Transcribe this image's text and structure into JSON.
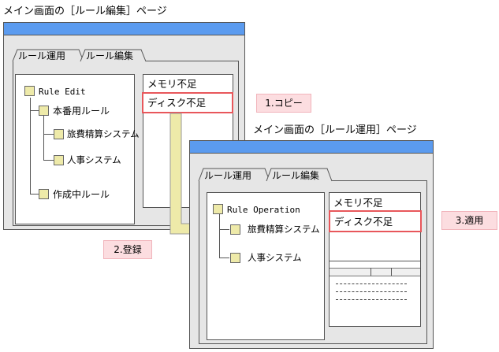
{
  "left_window": {
    "caption": "メイン画面の［ルール編集］ページ",
    "tabs": [
      "ルール運用",
      "ルール編集"
    ],
    "tree": {
      "root": "Rule Edit",
      "group1": "本番用ルール",
      "child1": "旅費精算システム",
      "child2": "人事システム",
      "group2": "作成中ルール"
    },
    "list": [
      "メモリ不足",
      "ディスク不足"
    ]
  },
  "right_window": {
    "caption": "メイン画面の［ルール運用］ページ",
    "tabs": [
      "ルール運用",
      "ルール編集"
    ],
    "tree": {
      "root": "Rule Operation",
      "child1": "旅費精算システム",
      "child2": "人事システム"
    },
    "list": [
      "メモリ不足",
      "ディスク不足"
    ]
  },
  "steps": {
    "copy": "1.コピー",
    "register": "2.登録",
    "apply": "3.適用"
  },
  "colors": {
    "titlebar": "#5b9bef",
    "node": "#eeeaa9",
    "arrow": "#eeeaa9",
    "highlight": "#e8575b",
    "step_bg": "#fcdde0"
  }
}
